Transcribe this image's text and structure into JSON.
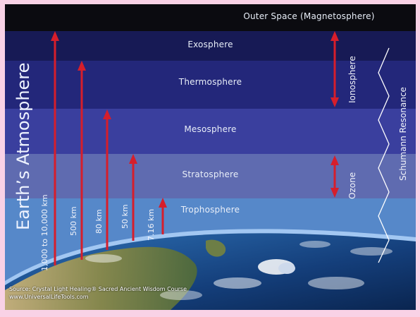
{
  "title": "Earth’s Atmosphere",
  "layers": [
    {
      "name": "Outer Space (Magnetosphere)",
      "color": "#0b0b10"
    },
    {
      "name": "Exosphere",
      "color": "#171a55"
    },
    {
      "name": "Thermosphere",
      "color": "#23277a"
    },
    {
      "name": "Mesosphere",
      "color": "#3a3f9e"
    },
    {
      "name": "Stratosphere",
      "color": "#5f6bb0"
    },
    {
      "name": "Trophosphere",
      "color": "#5688c9"
    }
  ],
  "altitudes": [
    "1,000 to 10,000 km",
    "500 km",
    "80 km",
    "50 km",
    "7.16 km"
  ],
  "regions": {
    "ionosphere": "Ionosphere",
    "ozone": "Ozone",
    "schumann": "Schumann Resonance"
  },
  "source": {
    "line1": "Source: Crystal Light Healing® Sacred Ancient Wisdom Course",
    "line2": "www.UniversalLifeTools.com"
  },
  "colors": {
    "arrow": "#d61e2b",
    "text": "#eef3ff",
    "frame": "#f9d2e6"
  }
}
